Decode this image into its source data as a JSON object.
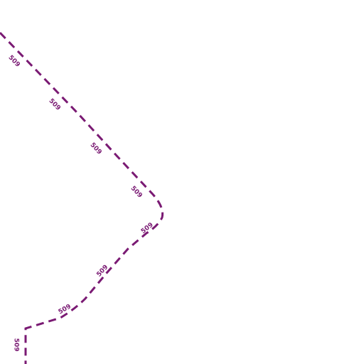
{
  "map": {
    "background_color": "#ffffff",
    "route": {
      "ref": "509",
      "color": "#7a1a73",
      "line_style": "dashed"
    },
    "labels": [
      {
        "text": "509"
      },
      {
        "text": "509"
      },
      {
        "text": "509"
      },
      {
        "text": "509"
      },
      {
        "text": "509"
      },
      {
        "text": "509"
      },
      {
        "text": "509"
      },
      {
        "text": "509"
      }
    ]
  }
}
